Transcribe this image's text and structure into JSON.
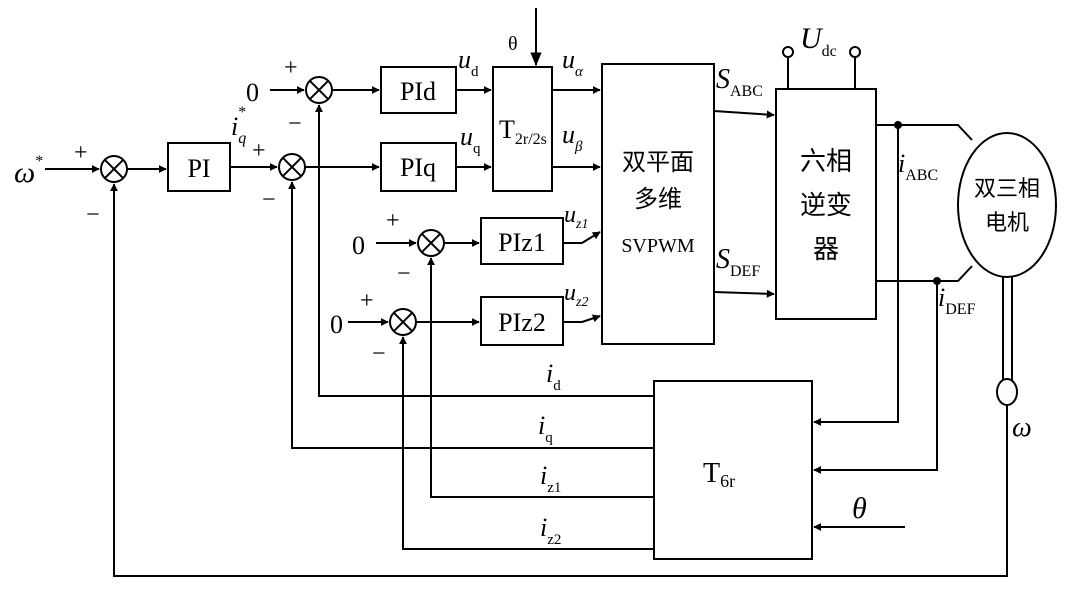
{
  "blocks": {
    "pi": "PI",
    "pid": "PId",
    "piq": "PIq",
    "piz1": "PIz1",
    "piz2": "PIz2",
    "t2r2s": {
      "main": "T",
      "sub": "2r/2s"
    },
    "svpwm": {
      "line1": "双平面",
      "line2": "多维",
      "line3": "SVPWM"
    },
    "inverter": {
      "line1": "六相",
      "line2": "逆变",
      "line3": "器"
    },
    "motor": {
      "line1": "双三相",
      "line2": "电机"
    },
    "t6r": {
      "main": "T",
      "sub": "6r"
    }
  },
  "signals": {
    "omega_ref": {
      "main": "ω",
      "sup": "*"
    },
    "iq_ref": {
      "main": "i",
      "sub": "q",
      "sup": "*"
    },
    "ud": {
      "main": "u",
      "sub": "d"
    },
    "uq": {
      "main": "u",
      "sub": "q"
    },
    "ualpha": {
      "main": "u",
      "sub": "α"
    },
    "ubeta": {
      "main": "u",
      "sub": "β"
    },
    "uz1": {
      "main": "u",
      "sub": "z1"
    },
    "uz2": {
      "main": "u",
      "sub": "z2"
    },
    "sabc": {
      "main": "S",
      "sub": "ABC"
    },
    "sdef": {
      "main": "S",
      "sub": "DEF"
    },
    "udc": {
      "main": "U",
      "sub": "dc"
    },
    "iabc": {
      "main": "i",
      "sub": "ABC"
    },
    "idef": {
      "main": "i",
      "sub": "DEF"
    },
    "omega_fb": "ω",
    "theta_top": "θ",
    "theta_t6r": "θ",
    "id": {
      "main": "i",
      "sub": "d"
    },
    "iq": {
      "main": "i",
      "sub": "q"
    },
    "iz1": {
      "main": "i",
      "sub": "z1"
    },
    "iz2": {
      "main": "i",
      "sub": "z2"
    }
  },
  "constants": {
    "zero_d": "0",
    "zero_z1": "0",
    "zero_z2": "0"
  },
  "signs": {
    "plus": "+",
    "minus": "−"
  }
}
